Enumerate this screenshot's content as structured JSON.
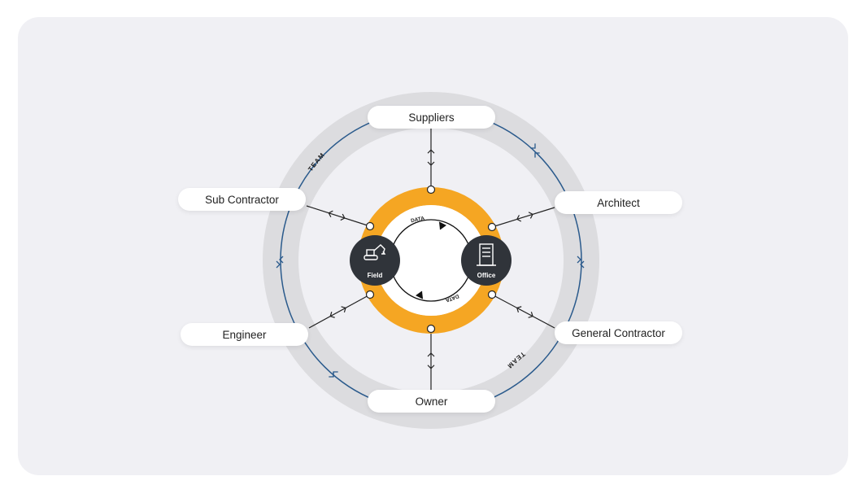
{
  "nodes": {
    "suppliers": "Suppliers",
    "sub_contractor": "Sub Contractor",
    "architect": "Architect",
    "engineer": "Engineer",
    "general_contractor": "General Contractor",
    "owner": "Owner"
  },
  "hubs": {
    "field": "Field",
    "office": "Office"
  },
  "ring_labels": {
    "team": "TEAM",
    "data": "DATA"
  },
  "colors": {
    "ring": "#dcdcdf",
    "team_line": "#2a5a8c",
    "orange": "#f5a623",
    "hub": "#30343a"
  }
}
